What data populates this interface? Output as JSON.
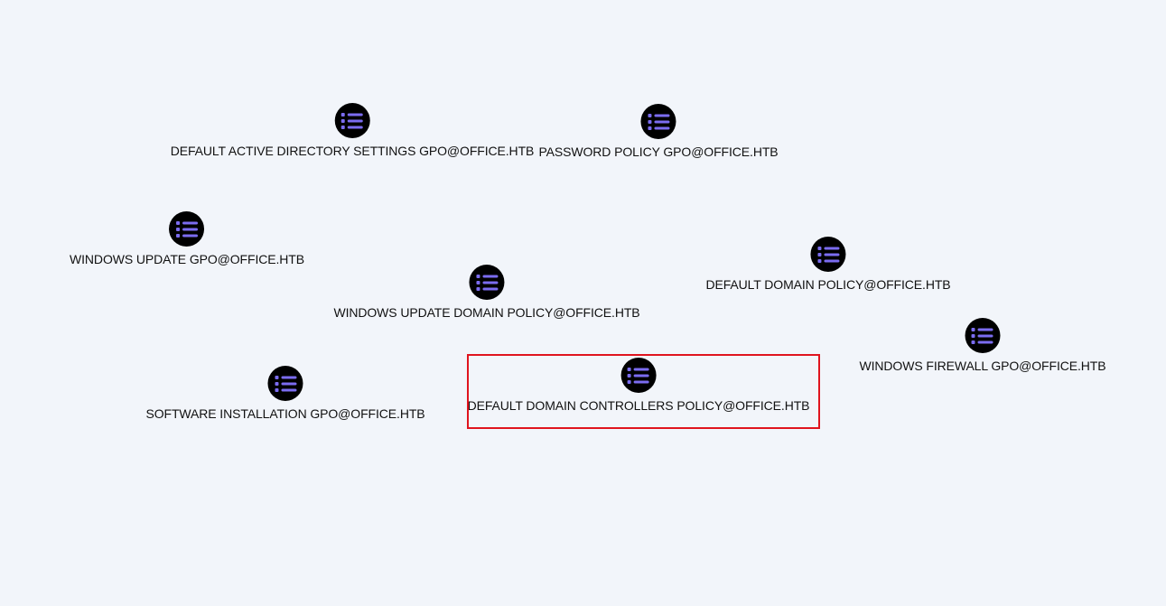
{
  "graph": {
    "icon": "list-icon",
    "icon_color": "#7b6cf0",
    "node_color": "#000000",
    "highlight_color": "#e0141e",
    "highlighted_node": "DEFAULT DOMAIN CONTROLLERS POLICY@OFFICE.HTB",
    "nodes": [
      {
        "label": "DEFAULT ACTIVE DIRECTORY SETTINGS GPO@OFFICE.HTB"
      },
      {
        "label": "PASSWORD POLICY GPO@OFFICE.HTB"
      },
      {
        "label": "WINDOWS UPDATE GPO@OFFICE.HTB"
      },
      {
        "label": "DEFAULT DOMAIN POLICY@OFFICE.HTB"
      },
      {
        "label": "WINDOWS UPDATE DOMAIN POLICY@OFFICE.HTB"
      },
      {
        "label": "WINDOWS FIREWALL GPO@OFFICE.HTB"
      },
      {
        "label": "SOFTWARE INSTALLATION GPO@OFFICE.HTB"
      },
      {
        "label": "DEFAULT DOMAIN CONTROLLERS POLICY@OFFICE.HTB"
      }
    ]
  }
}
